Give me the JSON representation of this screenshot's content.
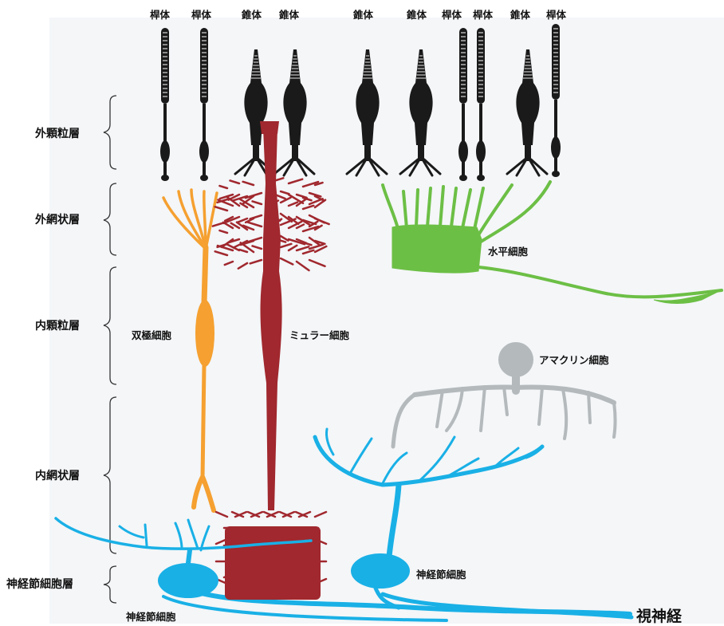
{
  "photoreceptors": [
    {
      "label": "桿体",
      "type": "rod"
    },
    {
      "label": "桿体",
      "type": "rod"
    },
    {
      "label": "錐体",
      "type": "cone"
    },
    {
      "label": "錐体",
      "type": "cone"
    },
    {
      "label": "錐体",
      "type": "cone"
    },
    {
      "label": "錐体",
      "type": "cone"
    },
    {
      "label": "桿体",
      "type": "rod"
    },
    {
      "label": "桿体",
      "type": "rod"
    },
    {
      "label": "錐体",
      "type": "cone"
    },
    {
      "label": "桿体",
      "type": "rod"
    }
  ],
  "layers": {
    "outer_nuclear": "外顆粒層",
    "outer_plexiform": "外網状層",
    "inner_nuclear": "内顆粒層",
    "inner_plexiform": "内網状層",
    "ganglion_cell": "神経節細胞層"
  },
  "cells": {
    "horizontal": "水平細胞",
    "bipolar": "双極細胞",
    "muller": "ミュラー細胞",
    "amacrine": "アマクリン細胞",
    "ganglion_right": "神経節細胞",
    "ganglion_left": "神経節細胞",
    "optic_nerve": "視神経"
  },
  "colors": {
    "photoreceptor": "#1a1a1a",
    "bipolar": "#f5a030",
    "muller": "#a0282e",
    "horizontal": "#6cbf45",
    "amacrine": "#b4b9bc",
    "ganglion": "#19b0e6"
  }
}
